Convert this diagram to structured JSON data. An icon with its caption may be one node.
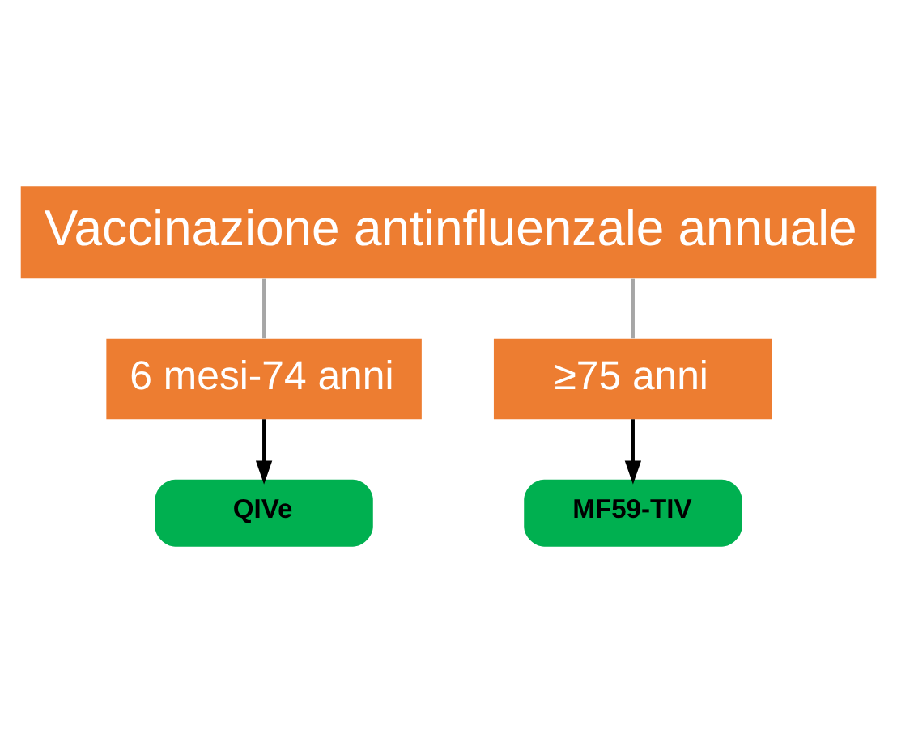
{
  "diagram": {
    "nodes": [
      {
        "text": [
          "Vaccinazione antinfluenzale annuale"
        ]
      },
      {
        "text": [
          "6 mesi-74 anni"
        ]
      },
      {
        "text": [
          "≥75 anni"
        ]
      },
      {
        "text": [
          "QIVe"
        ]
      },
      {
        "text": [
          "MF59-TIV"
        ]
      }
    ],
    "edges": [
      {
        "from": 0,
        "to": 1,
        "arrow": "none",
        "color": "#a6a6a6"
      },
      {
        "from": 0,
        "to": 2,
        "arrow": "none",
        "color": "#a6a6a6"
      },
      {
        "from": 1,
        "to": 3,
        "arrow": "to",
        "color": "#000000"
      },
      {
        "from": 2,
        "to": 4,
        "arrow": "to",
        "color": "#000000"
      }
    ]
  }
}
